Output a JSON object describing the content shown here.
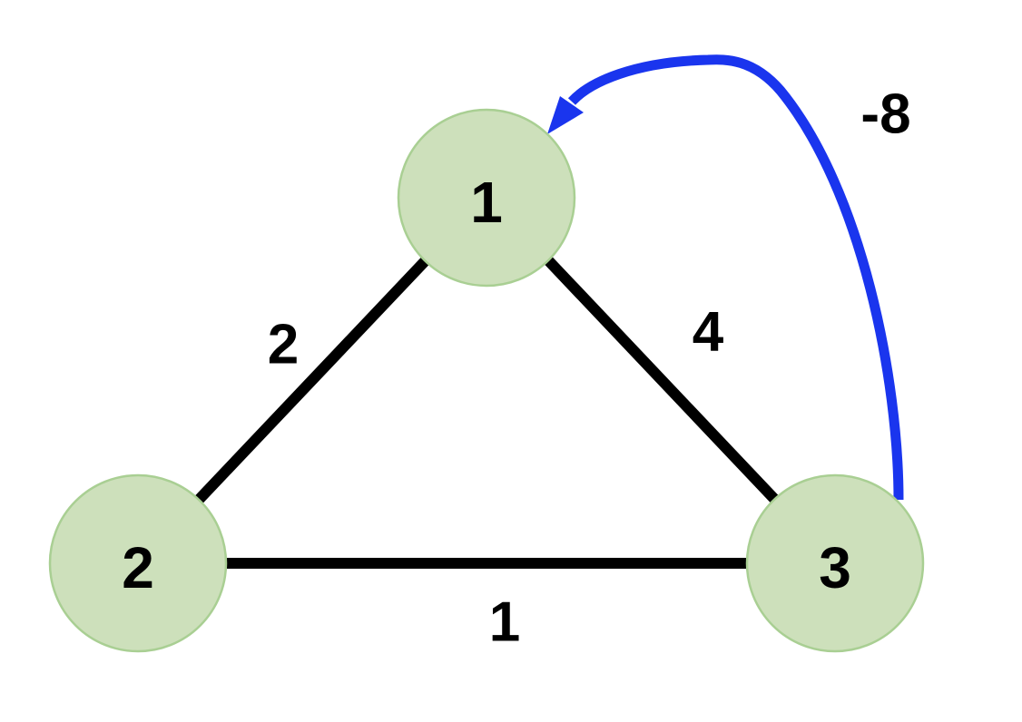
{
  "colors": {
    "node_fill": "#cde0bb",
    "node_stroke": "#a9cf93",
    "edge": "#000000",
    "directed_edge": "#1a35ee"
  },
  "nodes": [
    {
      "id": "1",
      "label": "1"
    },
    {
      "id": "2",
      "label": "2"
    },
    {
      "id": "3",
      "label": "3"
    }
  ],
  "edges": [
    {
      "from": "1",
      "to": "2",
      "weight": "2",
      "directed": false
    },
    {
      "from": "1",
      "to": "3",
      "weight": "4",
      "directed": false
    },
    {
      "from": "2",
      "to": "3",
      "weight": "1",
      "directed": false
    },
    {
      "from": "3",
      "to": "1",
      "weight": "-8",
      "directed": true
    }
  ]
}
